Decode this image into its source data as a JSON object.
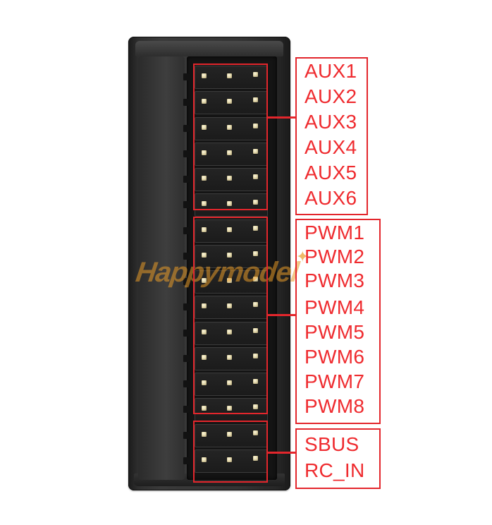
{
  "groups": [
    {
      "id": "aux",
      "labels": [
        "AUX1",
        "AUX2",
        "AUX3",
        "AUX4",
        "AUX5",
        "AUX6"
      ]
    },
    {
      "id": "pwm",
      "labels": [
        "PWM1",
        "PWM2",
        "PWM3",
        "PWM4",
        "PWM5",
        "PWM6",
        "PWM7",
        "PWM8"
      ]
    },
    {
      "id": "sbus",
      "labels": [
        "SBUS",
        "RC_IN"
      ]
    }
  ],
  "watermark": {
    "text": "Happymodel"
  },
  "colors": {
    "annotation": "#e3262c",
    "housing": "#333333",
    "pin": "#e4d9ab",
    "watermark": "#e89b28"
  },
  "icons": {
    "header_pin": "header-pin-icon",
    "watermark_star": "star-icon"
  },
  "header": {
    "columns": 3,
    "rows": 16
  }
}
